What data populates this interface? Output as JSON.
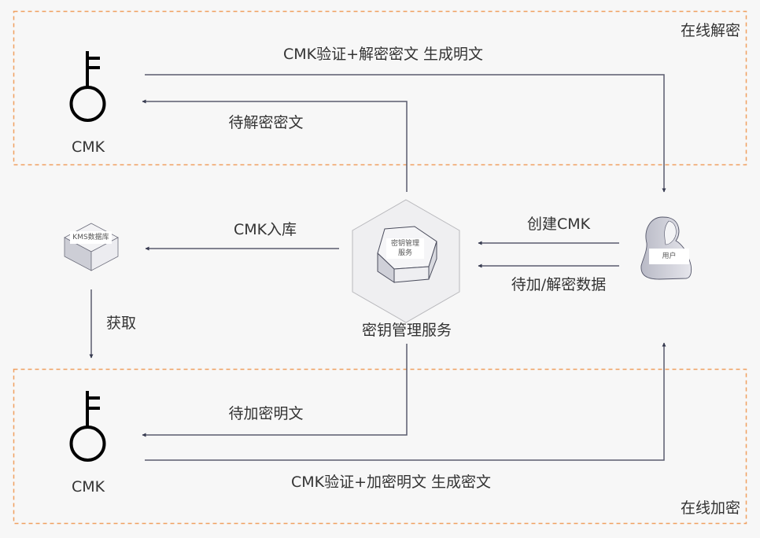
{
  "colors": {
    "background": "#f7f7f7",
    "zone_border": "#f0a060",
    "arrow": "#5a5c6e",
    "arrowhead": "#363a4f",
    "text": "#333333",
    "icon_stroke": "#000000"
  },
  "zones": {
    "decrypt": {
      "label": "在线解密"
    },
    "encrypt": {
      "label": "在线加密"
    }
  },
  "nodes": {
    "cmk_top": {
      "label": "CMK",
      "icon": "key-icon"
    },
    "cmk_bottom": {
      "label": "CMK",
      "icon": "key-icon"
    },
    "kms_db": {
      "label": "KMS数据库",
      "icon": "database-cube-icon"
    },
    "kms_service": {
      "tag": [
        "密钥管理",
        "服务"
      ],
      "label": "密钥管理服务",
      "icon": "hexagon-service-icon"
    },
    "user": {
      "label": "用户",
      "icon": "user-icon"
    }
  },
  "edges": {
    "decrypt_verify": {
      "label": "CMK验证+解密密文 生成明文",
      "from": "CMK",
      "to": "用户"
    },
    "pending_ciphertext": {
      "label": "待解密密文",
      "from": "密钥管理服务",
      "to": "CMK"
    },
    "cmk_store": {
      "label": "CMK入库",
      "from": "密钥管理服务",
      "to": "KMS数据库"
    },
    "fetch": {
      "label": "获取",
      "from": "KMS数据库",
      "to": "CMK"
    },
    "create_cmk": {
      "label": "创建CMK",
      "from": "用户",
      "to": "密钥管理服务"
    },
    "pending_data": {
      "label": "待加/解密数据",
      "from": "用户",
      "to": "密钥管理服务"
    },
    "pending_plaintext": {
      "label": "待加密明文",
      "from": "密钥管理服务",
      "to": "CMK"
    },
    "encrypt_verify": {
      "label": "CMK验证+加密明文 生成密文",
      "from": "CMK",
      "to": "用户"
    }
  }
}
